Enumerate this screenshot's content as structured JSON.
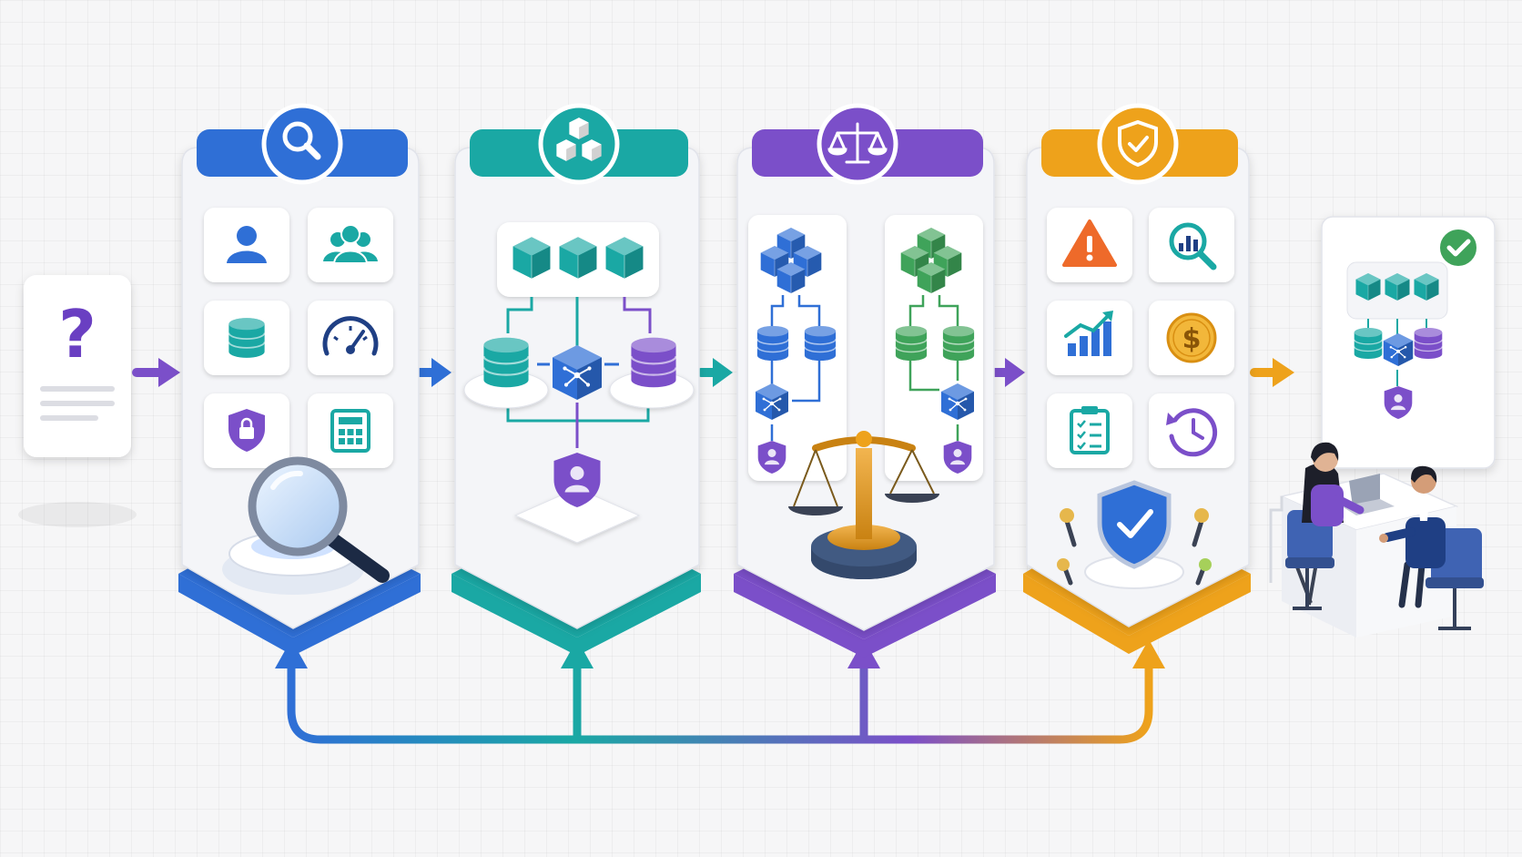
{
  "colors": {
    "blue": "#2f6fd6",
    "teal": "#1aa8a4",
    "purple": "#7b4fc9",
    "orange": "#eea21b",
    "green": "#3fa35a",
    "red": "#ee6a2a",
    "navy": "#1f3f84",
    "panel": "#f4f5f8",
    "tile": "#ffffff"
  },
  "stages": [
    {
      "id": "analyze",
      "accent": "blue",
      "header_icon": "magnifier-icon",
      "base_icon": "magnifying-glass-icon",
      "tiles": [
        "user-icon",
        "users-icon",
        "database-icon",
        "gauge-icon",
        "lock-shield-icon",
        "calculator-icon"
      ]
    },
    {
      "id": "design",
      "accent": "teal",
      "header_icon": "cubes-icon",
      "base_icon": "user-shield-icon",
      "tiles": [
        "cube-row-icon",
        "database-icon",
        "hub-icon",
        "database-icon"
      ]
    },
    {
      "id": "evaluate",
      "accent": "purple",
      "header_icon": "scales-icon",
      "base_icon": "balance-scale-icon",
      "tiles": [
        "cube-pyramid-blue-icon",
        "cube-pyramid-green-icon"
      ]
    },
    {
      "id": "validate",
      "accent": "orange",
      "header_icon": "shield-check-icon",
      "base_icon": "shield-check-icon",
      "tiles": [
        "warning-icon",
        "chart-search-icon",
        "growth-chart-icon",
        "dollar-icon",
        "checklist-icon",
        "history-icon"
      ]
    }
  ],
  "outcome": {
    "icon": "check-circle-icon",
    "scene": "team-at-desk"
  },
  "feedback_loop": {
    "targets": [
      "analyze",
      "design",
      "evaluate",
      "validate"
    ]
  }
}
